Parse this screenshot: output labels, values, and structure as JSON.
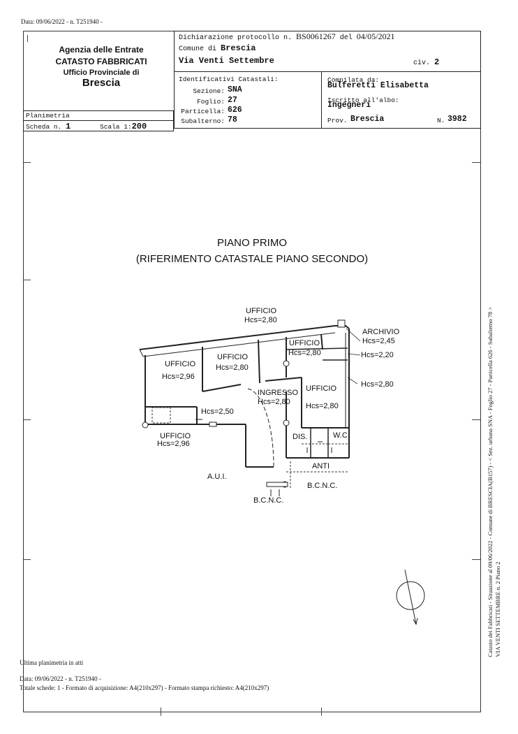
{
  "top_stamp": "Data: 09/06/2022 - n. T251940 -",
  "agency": {
    "line1": "Agenzia delle Entrate",
    "line2": "CATASTO FABBRICATI",
    "line3": "Ufficio Provinciale di",
    "line4": "Brescia"
  },
  "declaration": {
    "label": "Dichiarazione protocollo n.",
    "protocol": "BS0061267",
    "del_label": "del",
    "date": "04/05/2021"
  },
  "comune": {
    "label": "Comune di",
    "value": "Brescia"
  },
  "address": {
    "street": "Via Venti Settembre",
    "civ_label": "civ.",
    "civ_value": "2"
  },
  "identifiers": {
    "title": "Identificativi Catastali:",
    "sezione_label": "Sezione:",
    "sezione": "SNA",
    "foglio_label": "Foglio:",
    "foglio": "27",
    "particella_label": "Particella:",
    "particella": "626",
    "subalterno_label": "Subalterno:",
    "subalterno": "78"
  },
  "compiled": {
    "label": "Compilata da:",
    "name": "Bulferetti Elisabetta",
    "albo_label": "Iscritto all'albo:",
    "albo": "Ingegneri",
    "prov_label": "Prov.",
    "prov": "Brescia",
    "n_label": "N.",
    "n": "3982"
  },
  "planimetria": {
    "title": "Planimetria",
    "scheda_label": "Scheda n.",
    "scheda": "1",
    "scala_label": "Scala 1:",
    "scala": "200"
  },
  "plan": {
    "title1": "PIANO PRIMO",
    "title2": "(RIFERIMENTO CATASTALE PIANO SECONDO)",
    "rooms": {
      "ufficio_top": "UFFICIO",
      "hcs_top": "Hcs=2,80",
      "archivio": "ARCHIVIO",
      "hcs_archivio": "Hcs=2,45",
      "hcs_220": "Hcs=2,20",
      "ufficio_3": "UFFICIO",
      "hcs_3": "Hcs=2,80",
      "ufficio_1": "UFFICIO",
      "hcs_1": "Hcs=2,96",
      "ufficio_2": "UFFICIO",
      "hcs_2": "Hcs=2,80",
      "hcs_280_right": "Hcs=2,80",
      "ingresso": "INGRESSO",
      "hcs_ingresso": "Hcs=2,80",
      "ufficio_4": "UFFICIO",
      "hcs_4": "Hcs=2,80",
      "hcs_250": "Hcs=2,50",
      "ufficio_5": "UFFICIO",
      "hcs_5": "Hcs=2,96",
      "dis": "DIS.",
      "wc": "W.C.",
      "anti": "ANTI",
      "aui": "A.U.I.",
      "bcnc_1": "B.C.N.C.",
      "bcnc_2": "B.C.N.C."
    }
  },
  "footer": {
    "ultima": "Ultima planimetria in atti",
    "data": "Data: 09/06/2022 - n. T251940 -",
    "totale": "Totale schede: 1 - Formato di acquisizione: A4(210x297) - Formato stampa richiesto: A4(210x297)"
  },
  "side_text": {
    "line1": "Catasto dei Fabbricati - Situazione al 09/06/2022 - Comune di BRESCIA(B157) - < Sez. urbana SNA - Foglio 27 - Particella 626 - Subalterno 78 >",
    "line2": "VIA VENTI SETTEMBRE n. 2 Piano 2"
  }
}
